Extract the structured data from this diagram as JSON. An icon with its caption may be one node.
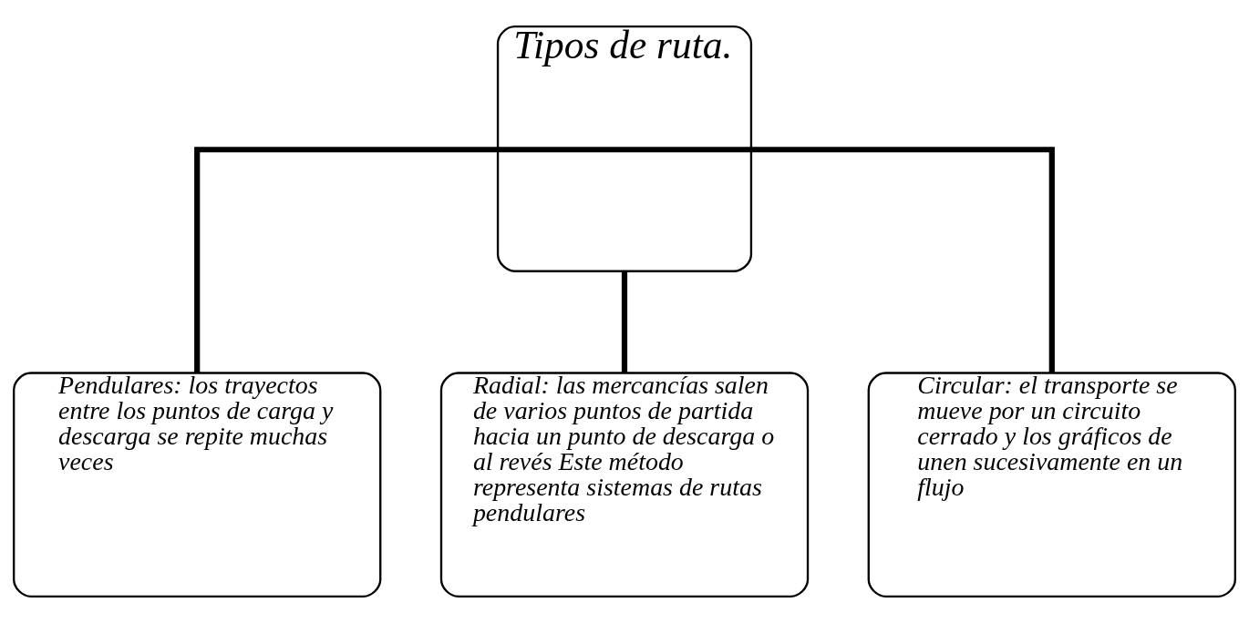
{
  "diagram": {
    "nodes": [
      {
        "text": [
          "Tipos de ruta."
        ]
      },
      {
        "text": [
          "Pendulares: los trayectos entre los puntos de carga y descarga se repite muchas veces"
        ]
      },
      {
        "text": [
          "Radial: las mercancías salen de varios puntos de partida hacia un punto de descarga o al revés Este método representa sistemas de rutas pendulares"
        ]
      },
      {
        "text": [
          "Circular: el transporte se mueve por un circuito cerrado y los gráficos de unen sucesivamente en un flujo"
        ]
      }
    ],
    "edges": [
      {
        "from": 0,
        "to": 1,
        "arrow": "none"
      },
      {
        "from": 0,
        "to": 2,
        "arrow": "none"
      },
      {
        "from": 0,
        "to": 3,
        "arrow": "none"
      }
    ]
  }
}
